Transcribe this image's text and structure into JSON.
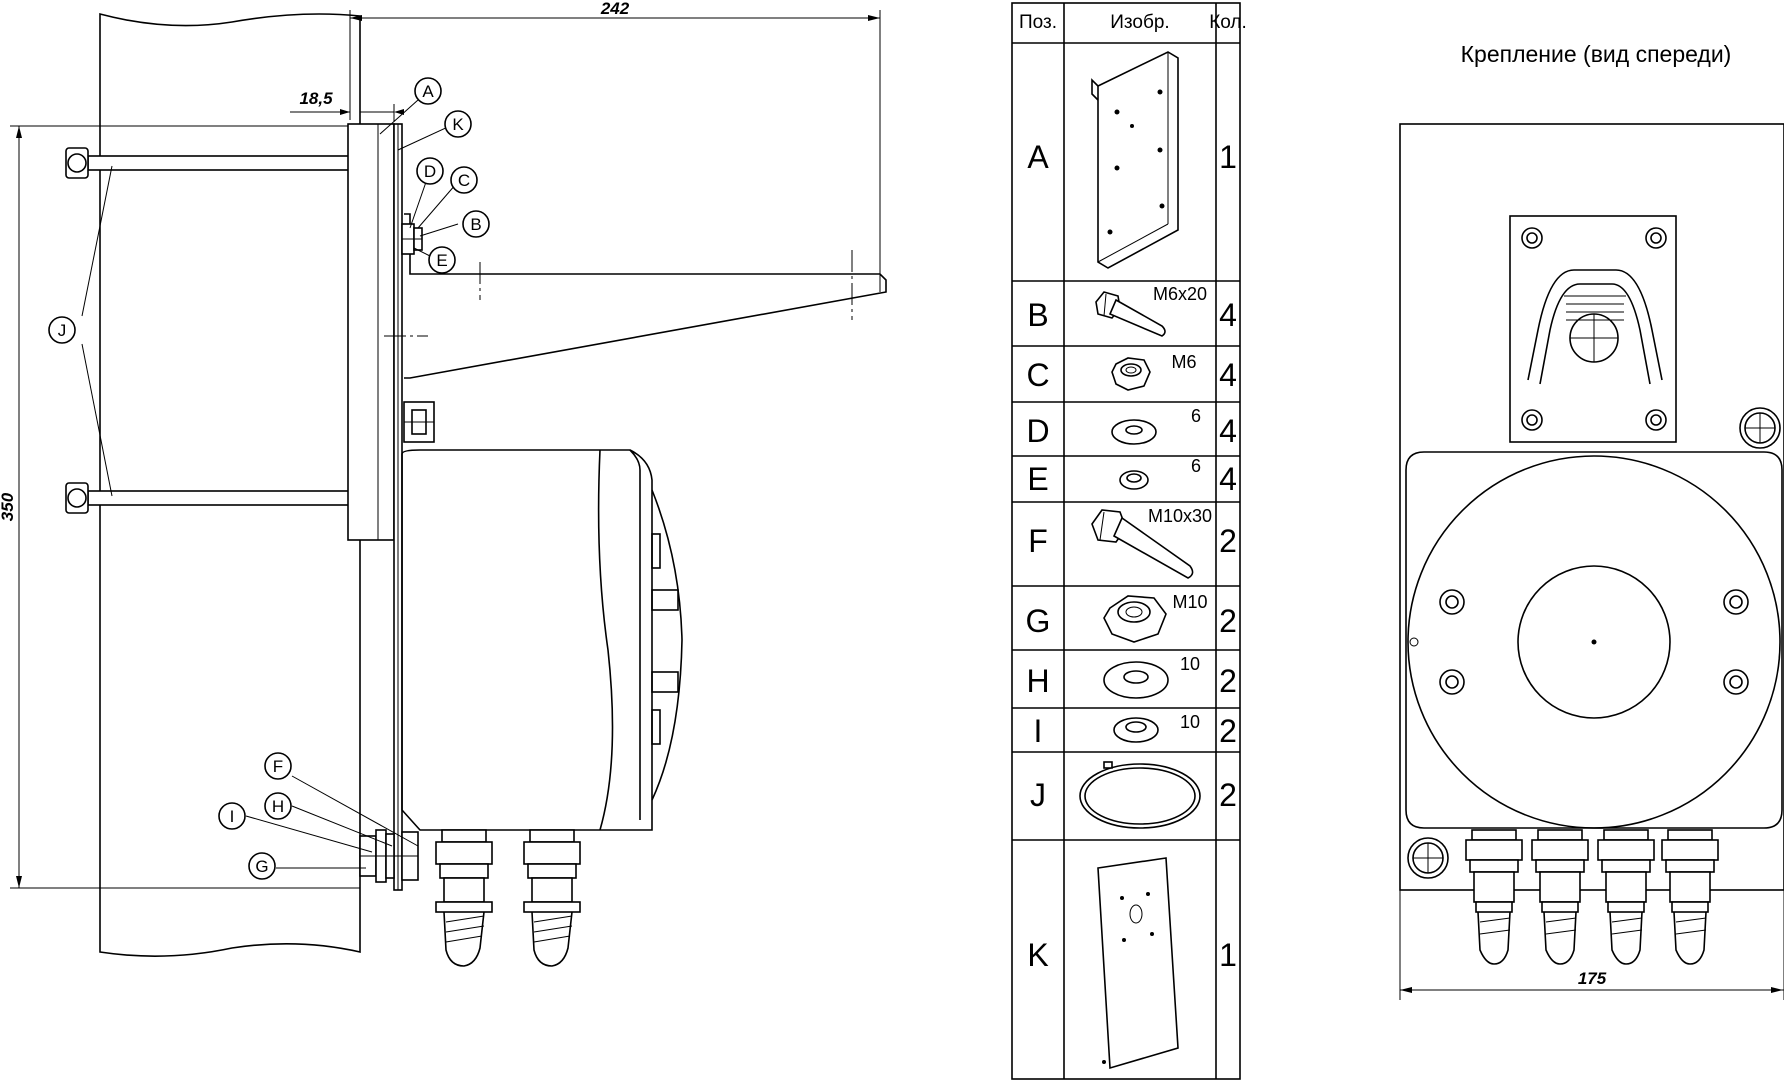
{
  "side_view": {
    "dimensions": {
      "width_total": "242",
      "offset": "18,5",
      "height": "350"
    },
    "callouts": [
      "A",
      "K",
      "D",
      "C",
      "B",
      "E",
      "J",
      "F",
      "H",
      "I",
      "G"
    ]
  },
  "parts_table": {
    "headers": {
      "pos": "Поз.",
      "image": "Изобр.",
      "qty": "Кол."
    },
    "rows": [
      {
        "pos": "A",
        "note": "",
        "qty": "1"
      },
      {
        "pos": "B",
        "note": "M6x20",
        "qty": "4"
      },
      {
        "pos": "C",
        "note": "M6",
        "qty": "4"
      },
      {
        "pos": "D",
        "note": "6",
        "qty": "4"
      },
      {
        "pos": "E",
        "note": "6",
        "qty": "4"
      },
      {
        "pos": "F",
        "note": "M10x30",
        "qty": "2"
      },
      {
        "pos": "G",
        "note": "M10",
        "qty": "2"
      },
      {
        "pos": "H",
        "note": "10",
        "qty": "2"
      },
      {
        "pos": "I",
        "note": "10",
        "qty": "2"
      },
      {
        "pos": "J",
        "note": "",
        "qty": "2"
      },
      {
        "pos": "K",
        "note": "",
        "qty": "1"
      }
    ]
  },
  "front_view": {
    "title": "Крепление (вид спереди)",
    "dimension": "175"
  }
}
